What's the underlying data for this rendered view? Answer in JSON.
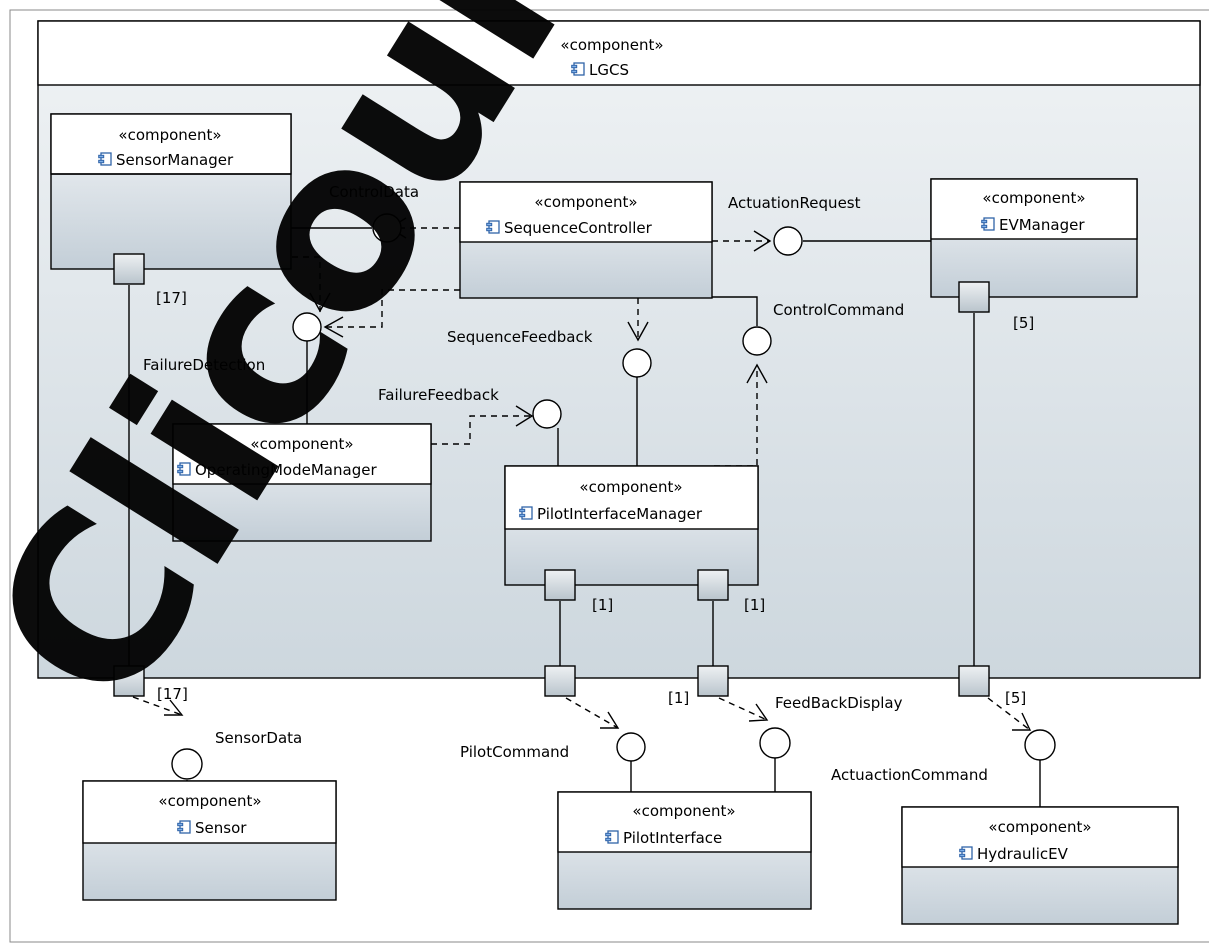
{
  "stereotype": "«component»",
  "container": {
    "name": "LGCS"
  },
  "components": {
    "sensor_manager": "SensorManager",
    "sequence_controller": "SequenceController",
    "ev_manager": "EVManager",
    "operating_mode_manager": "OperatingModeManager",
    "pilot_interface_manager": "PilotInterfaceManager",
    "sensor": "Sensor",
    "pilot_interface": "PilotInterface",
    "hydraulic_ev": "HydraulicEV"
  },
  "interfaces": {
    "control_data": "ControlData",
    "actuation_request": "ActuationRequest",
    "control_command": "ControlCommand",
    "sequence_feedback": "SequenceFeedback",
    "failure_detection": "FailureDetection",
    "failure_feedback": "FailureFeedback",
    "sensor_data": "SensorData",
    "pilot_command": "PilotCommand",
    "feedback_display": "FeedBackDisplay",
    "actuation_command": "ActuactionCommand"
  },
  "multiplicities": {
    "sensor_port": "[17]",
    "sensor_boundary": "[17]",
    "ev_port": "[5]",
    "ev_boundary": "[5]",
    "pim_port_left": "[1]",
    "pim_port_right": "[1]",
    "feedback_boundary": "[1]"
  },
  "watermark": "Clicours",
  "colors": {
    "box_gradient_top": "#f3f5f7",
    "box_gradient_bottom": "#c4cfd7",
    "container_fill": "#e7ecf0",
    "port_fill": "#d7dde2",
    "component_icon": "#3a6fb5",
    "watermark": "#17a93f"
  }
}
